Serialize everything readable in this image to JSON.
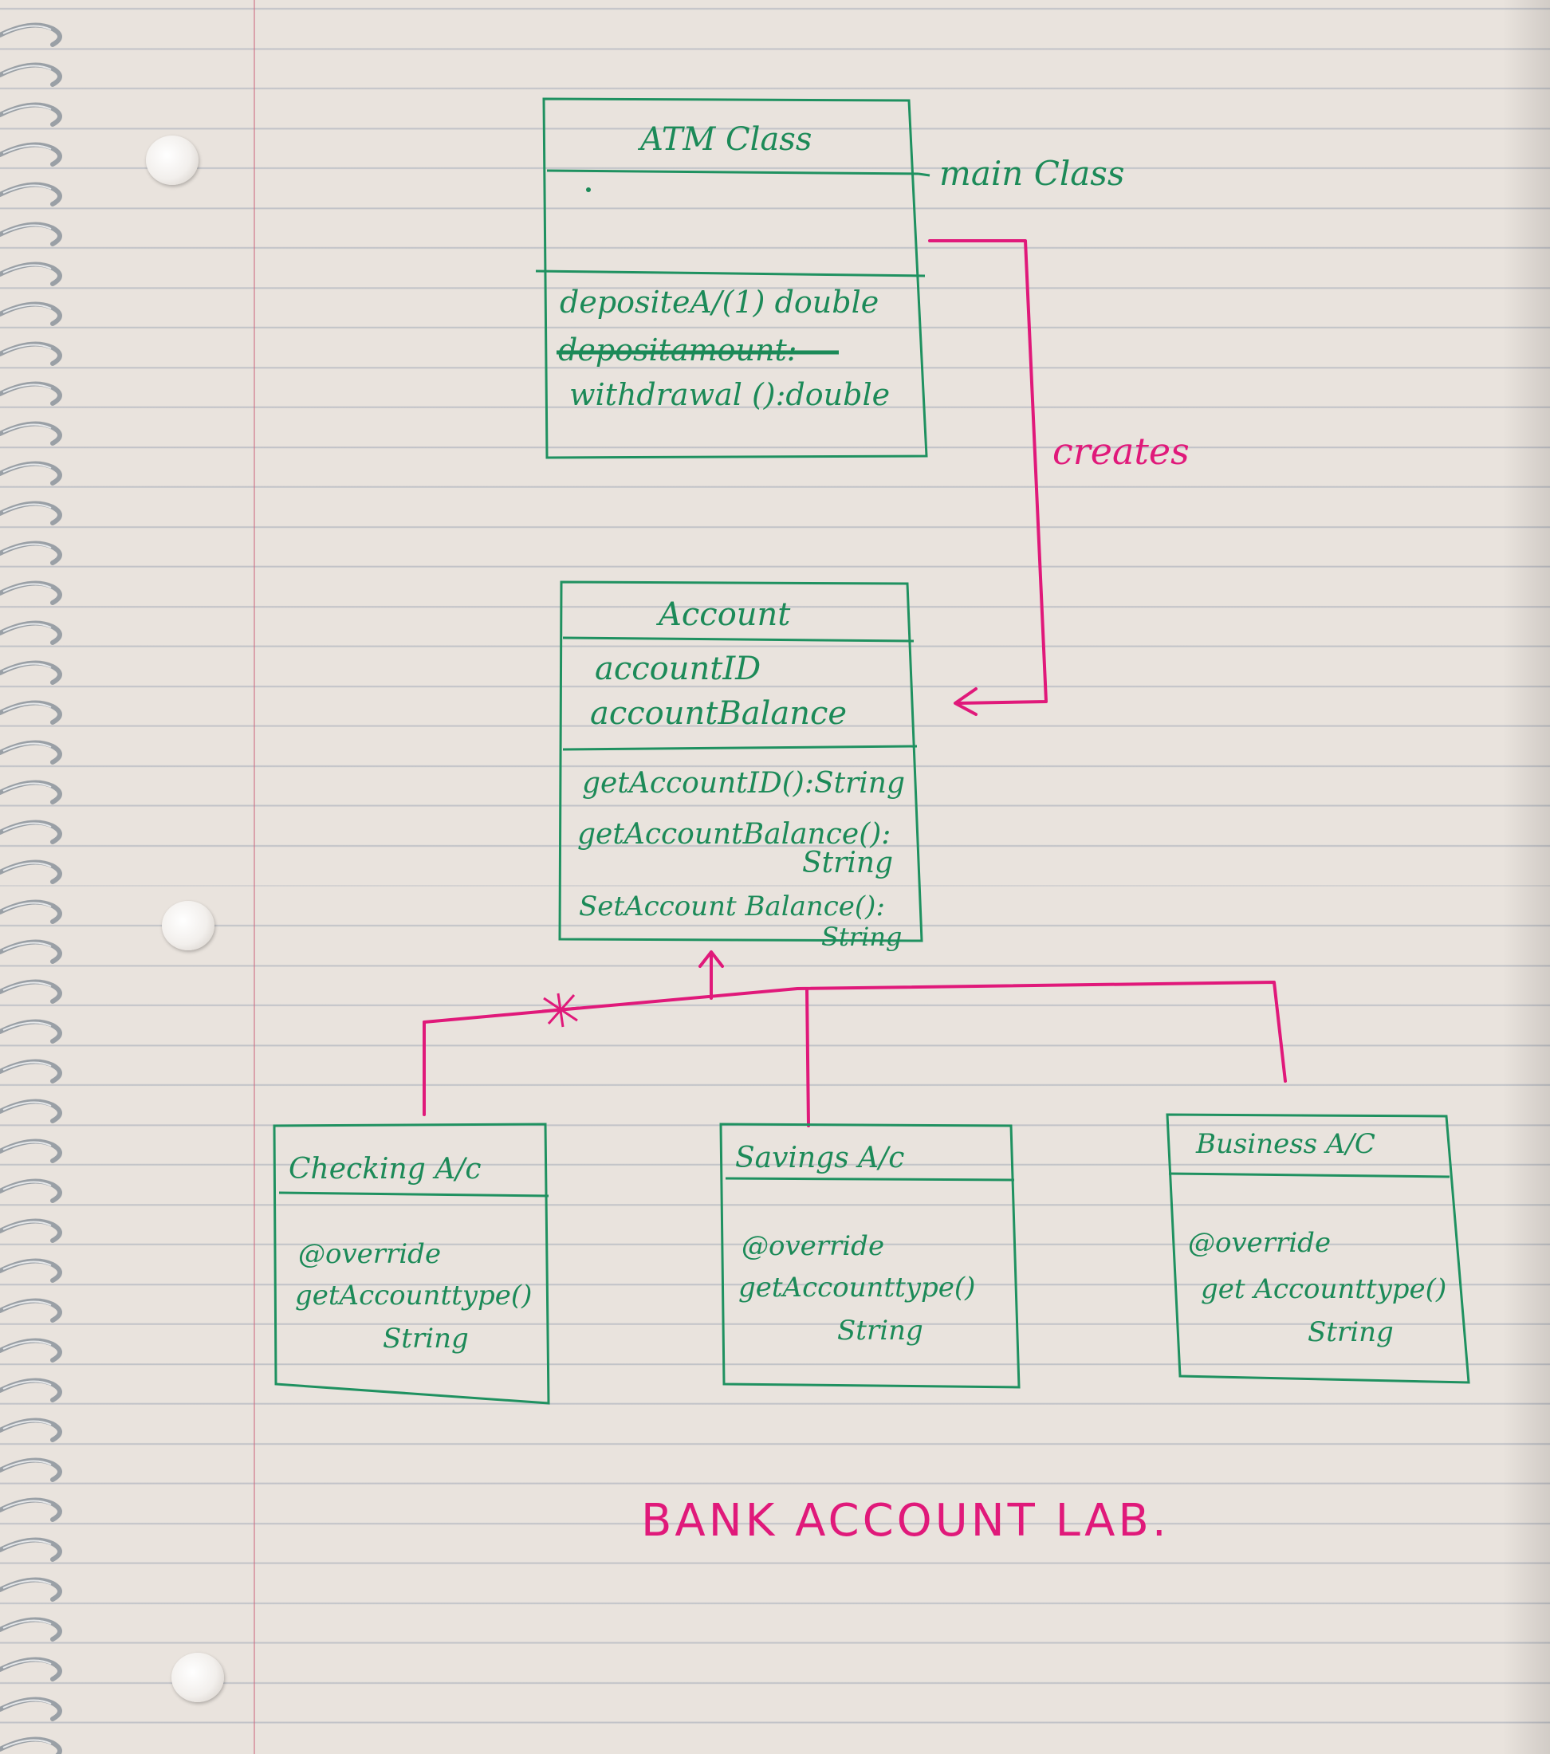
{
  "atm": {
    "name": "ATM Class",
    "note": "main Class",
    "methods": [
      "depositeA/(1) double",
      "depositamount:",
      "withdrawal ():double"
    ]
  },
  "relation": {
    "label": "creates"
  },
  "account": {
    "name": "Account",
    "attributes": [
      "accountID",
      "accountBalance"
    ],
    "method1": "getAccountID():String",
    "method2": "getAccountBalance():",
    "method2_type": "String",
    "method3": "SetAccount Balance():",
    "method3_type": "String"
  },
  "checking": {
    "name": "Checking A/c",
    "annotation": "@override",
    "method": "getAccounttype()",
    "type": "String"
  },
  "savings": {
    "name": "Savings A/c",
    "annotation": "@override",
    "method": "getAccounttype()",
    "type": "String"
  },
  "business": {
    "name": "Business A/C",
    "annotation": "@override",
    "method": "get Accounttype()",
    "type": "String"
  },
  "footer": {
    "title": "BANK ACCOUNT LAB."
  },
  "colors": {
    "ink_green": "#1c8a58",
    "ink_pink": "#e0197a",
    "paper": "#e9e3dd"
  }
}
